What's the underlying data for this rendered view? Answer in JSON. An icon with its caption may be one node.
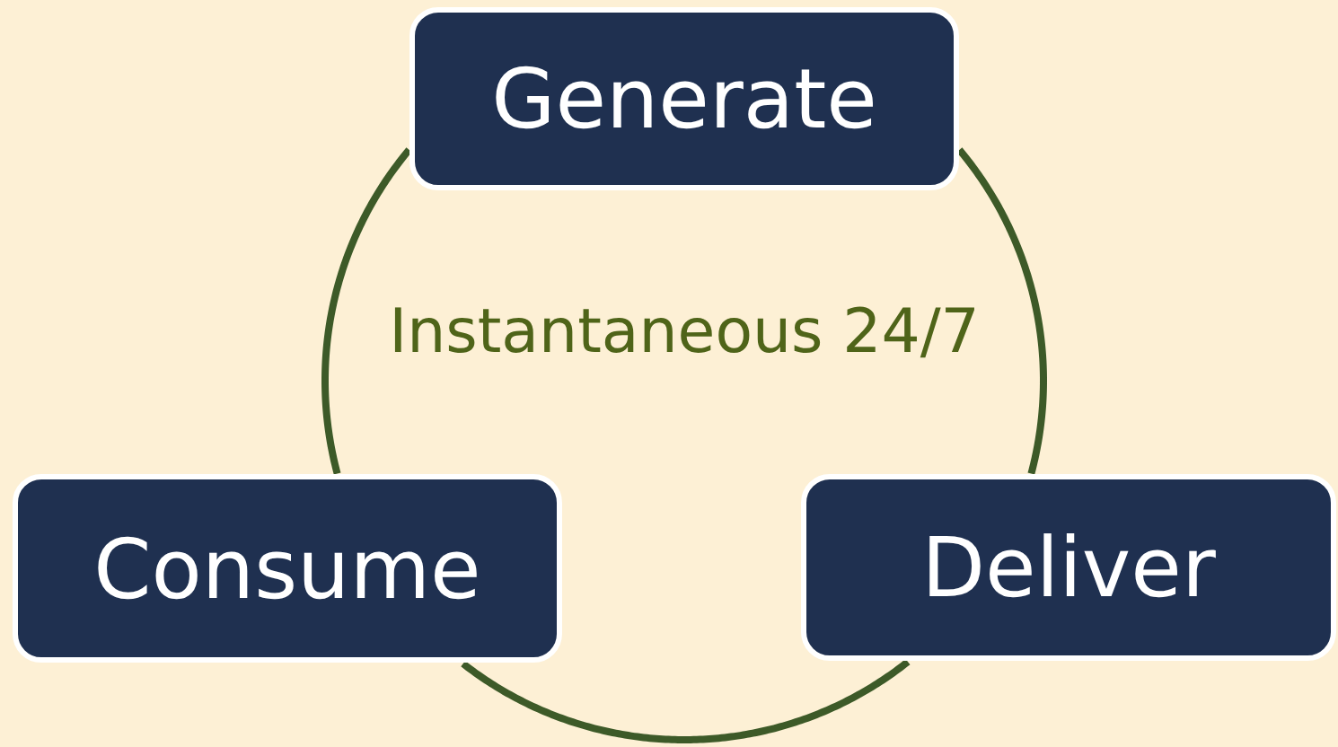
{
  "diagram": {
    "nodes": [
      {
        "text": [
          "Generate"
        ]
      },
      {
        "text": [
          "Deliver"
        ]
      },
      {
        "text": [
          "Consume"
        ]
      }
    ],
    "edges": [
      {
        "from": 0,
        "to": 1,
        "arrow": "none"
      },
      {
        "from": 1,
        "to": 2,
        "arrow": "none"
      },
      {
        "from": 2,
        "to": 0,
        "arrow": "none"
      }
    ],
    "labels": [
      "Instantaneous 24/7"
    ]
  }
}
